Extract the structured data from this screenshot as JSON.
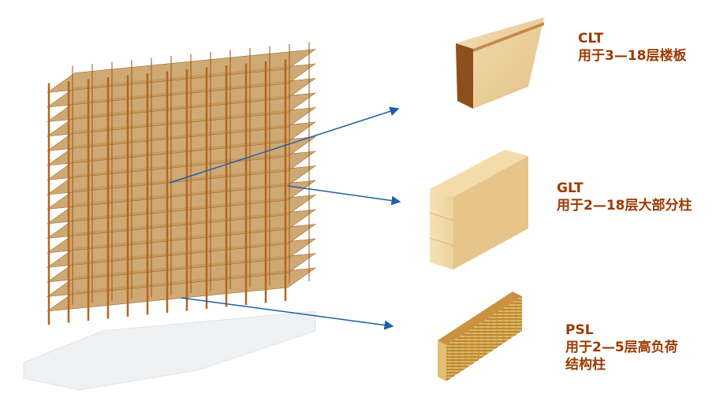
{
  "colors": {
    "label": "#9c3a00",
    "arrow": "#1f5fa8",
    "wood": "#c79a5c",
    "column": "#b5651d"
  },
  "building": {
    "floors": 16
  },
  "materials": [
    {
      "name": "CLT",
      "desc": "用于3—18层楼板"
    },
    {
      "name": "GLT",
      "desc": "用于2—18层大部分柱"
    },
    {
      "name": "PSL",
      "desc": "用于2—5层高负荷",
      "desc2": "结构柱"
    }
  ]
}
